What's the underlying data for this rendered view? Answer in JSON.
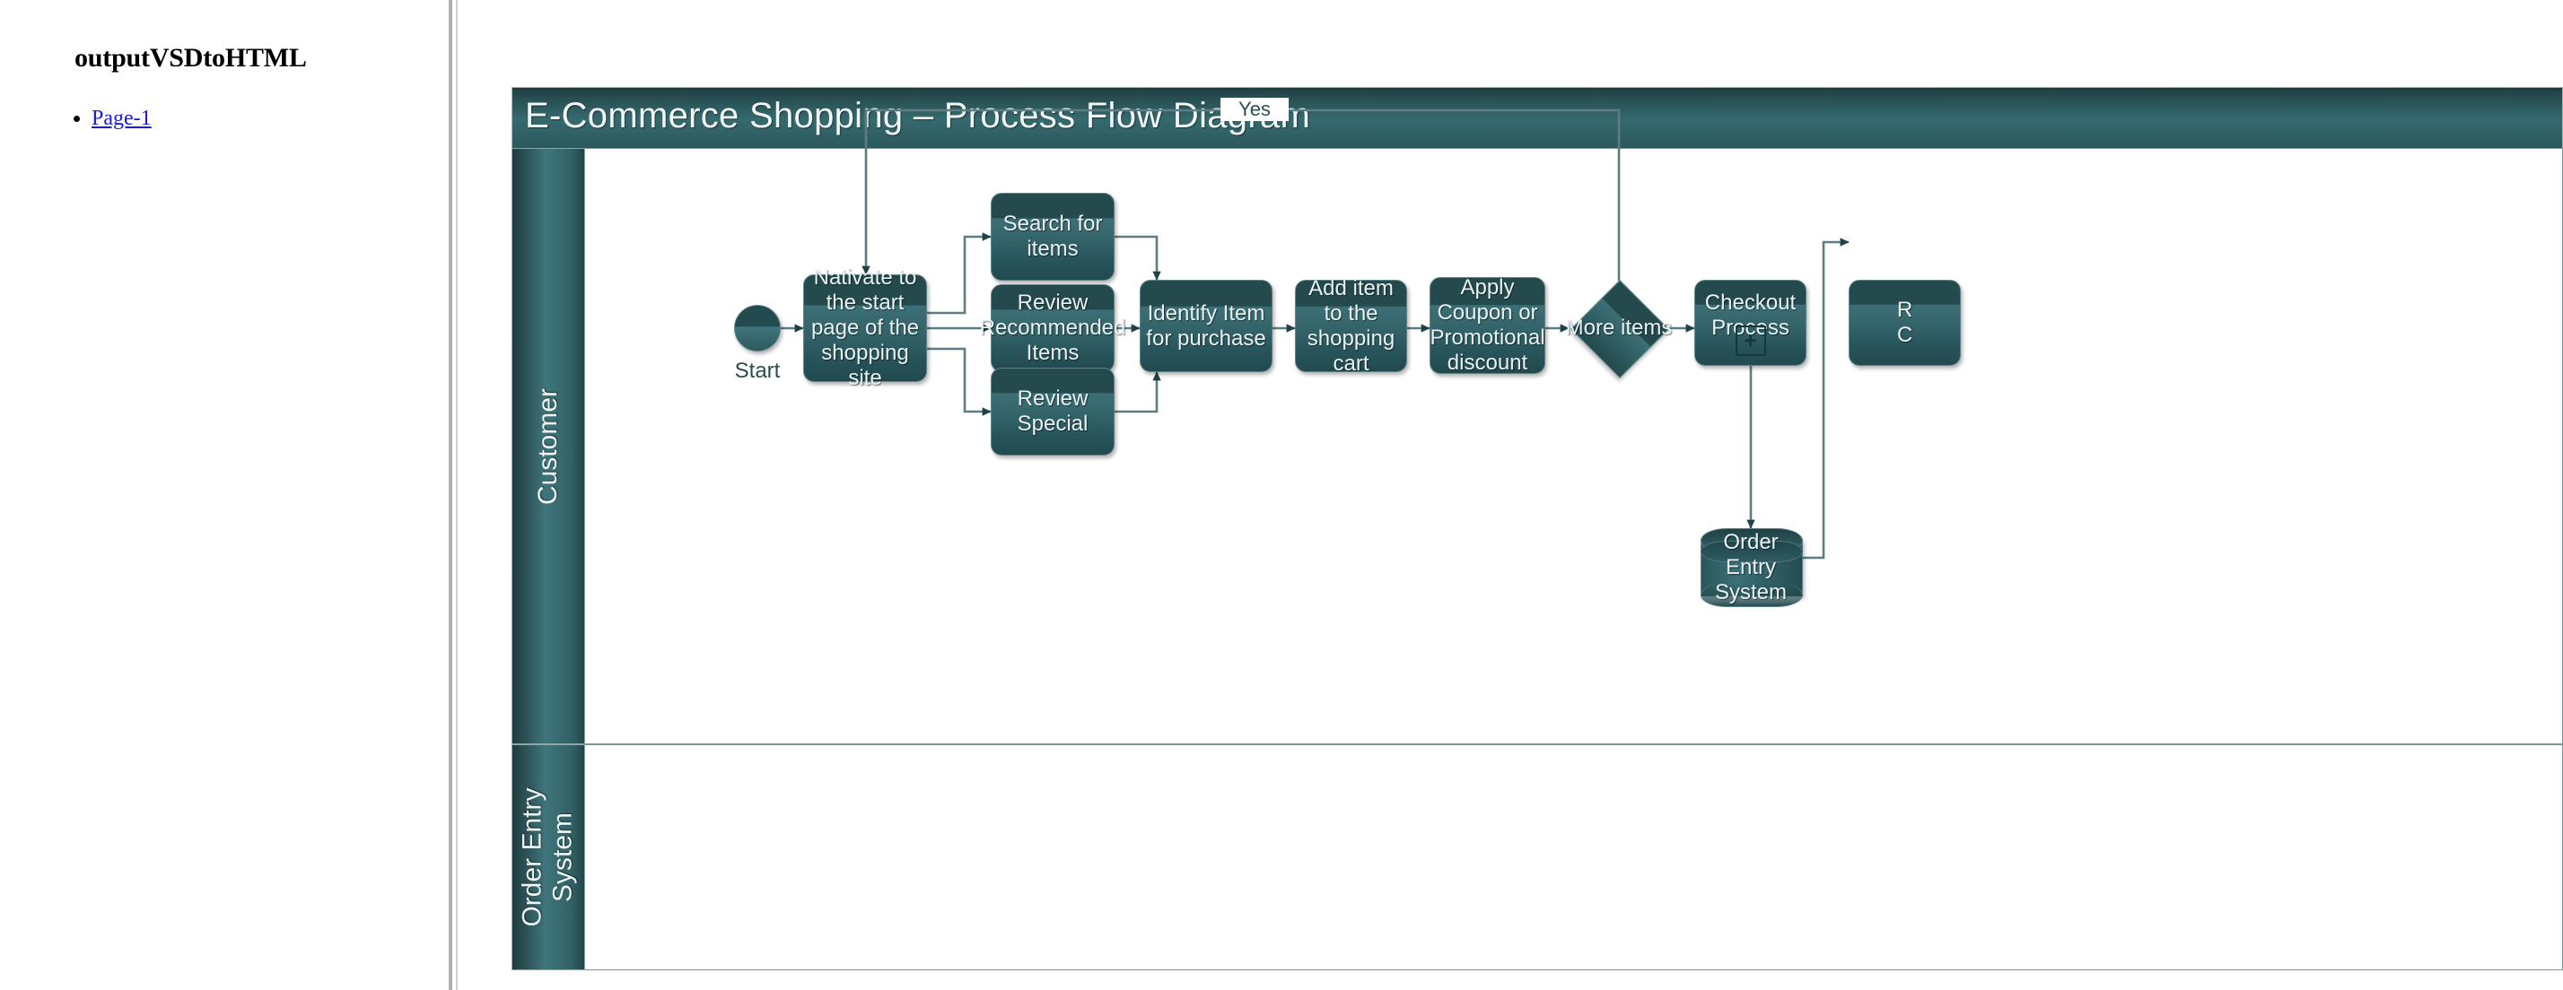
{
  "nav": {
    "title": "outputVSDtoHTML",
    "items": [
      {
        "label": "Page-1"
      }
    ]
  },
  "diagram": {
    "title": "E-Commerce Shopping – Process Flow Diagram",
    "lanes": [
      {
        "id": "customer",
        "label": "Customer"
      },
      {
        "id": "order-entry-system",
        "label_line1": "Order Entry",
        "label_line2": "System"
      }
    ],
    "nodes": {
      "start": {
        "label": "Start",
        "type": "start-event"
      },
      "navigate": {
        "label": "Nativate to the start page of the shopping site",
        "type": "process"
      },
      "search": {
        "label": "Search for items",
        "type": "process"
      },
      "recommended": {
        "label": "Review Recommended Items",
        "type": "process"
      },
      "special": {
        "label": "Review Special",
        "type": "process"
      },
      "identify": {
        "label": "Identify Item for purchase",
        "type": "process"
      },
      "addcart": {
        "label": "Add item to the shopping cart",
        "type": "process"
      },
      "coupon": {
        "label": "Apply Coupon or Promotional discount",
        "type": "process"
      },
      "moreitems": {
        "label": "More items",
        "type": "decision"
      },
      "checkout": {
        "label": "Checkout Process",
        "type": "subprocess",
        "marker": "+"
      },
      "review": {
        "label": "R\nC",
        "type": "process"
      },
      "oes_db": {
        "label": "Order Entry System",
        "type": "database"
      }
    },
    "edge_labels": {
      "yes": "Yes"
    },
    "colors": {
      "shape_dark": "#244a4e",
      "shape_light": "#3c7076",
      "header_gradient_dark": "#203c3f",
      "header_gradient_light": "#3e757b",
      "connector": "#5d7d80",
      "shape_text": "#e9f2f2",
      "label_text": "#2a4c50",
      "link": "#1a1ae6",
      "canvas": "#ffffff"
    }
  }
}
